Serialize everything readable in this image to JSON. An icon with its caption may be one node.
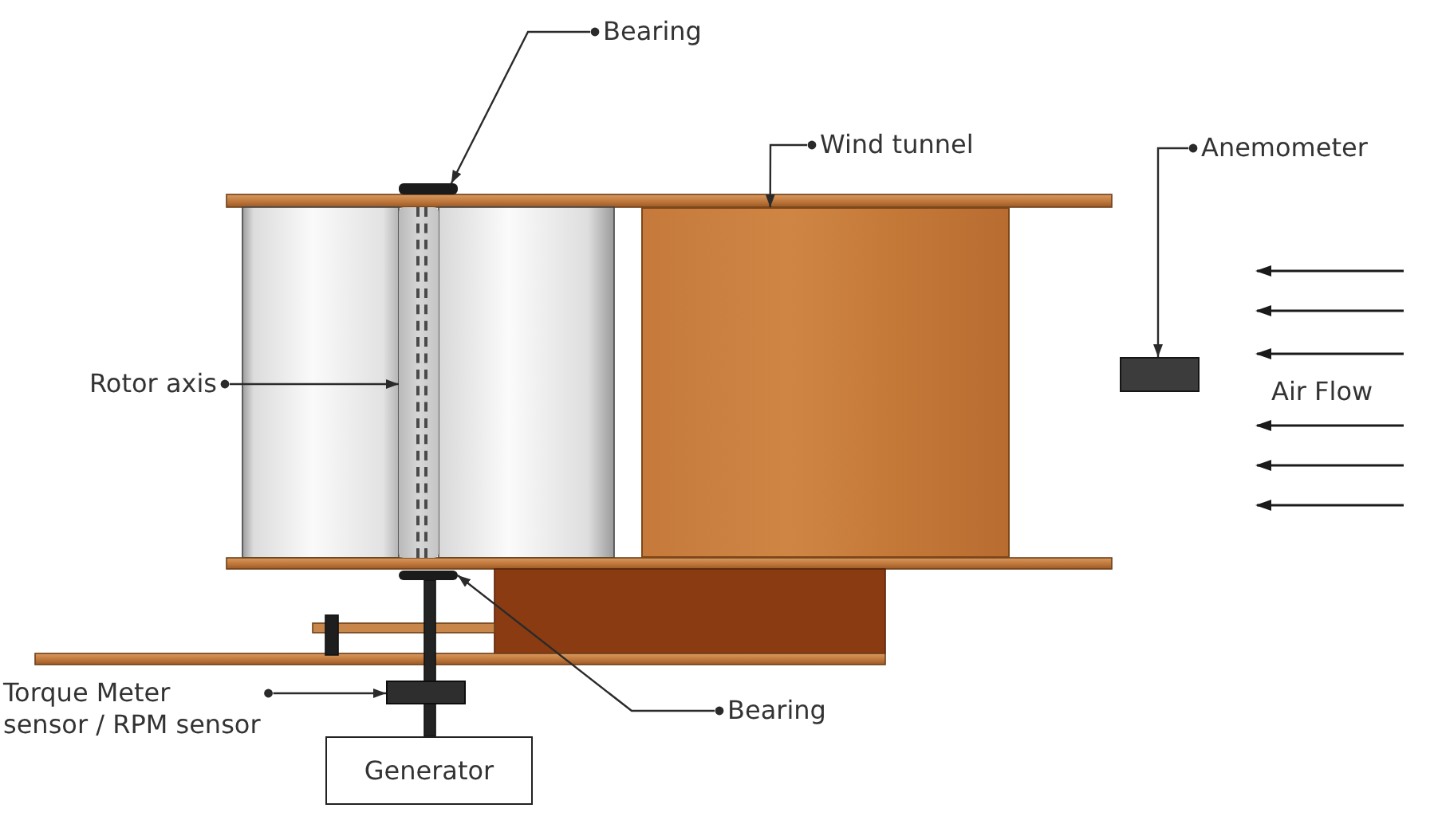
{
  "diagram": {
    "nodes": [
      {
        "text": [
          "Bearing"
        ]
      },
      {
        "text": [],
        "shape": "bar"
      },
      {
        "text": [
          "Wind tunnel"
        ]
      },
      {
        "text": [],
        "shape": "box"
      },
      {
        "text": [
          "Anemometer"
        ]
      },
      {
        "text": [],
        "shape": "box"
      },
      {
        "text": [
          "Rotor axis"
        ]
      },
      {
        "text": [],
        "shape": "bar"
      },
      {
        "text": [
          "Torque Meter sensor / RPM sensor"
        ]
      },
      {
        "text": [],
        "shape": "box"
      },
      {
        "text": [
          "Bearing"
        ]
      },
      {
        "text": [],
        "shape": "bar"
      },
      {
        "text": [
          "Generator"
        ]
      }
    ],
    "edges": [
      {
        "from": 0,
        "to": 1,
        "arrow": "to"
      },
      {
        "from": 2,
        "to": 3,
        "arrow": "to"
      },
      {
        "from": 4,
        "to": 5,
        "arrow": "to"
      },
      {
        "from": 6,
        "to": 7,
        "arrow": "to"
      },
      {
        "from": 8,
        "to": 9,
        "arrow": "to"
      },
      {
        "from": 10,
        "to": 11,
        "arrow": "to"
      }
    ],
    "labels": [
      "Air Flow"
    ]
  }
}
